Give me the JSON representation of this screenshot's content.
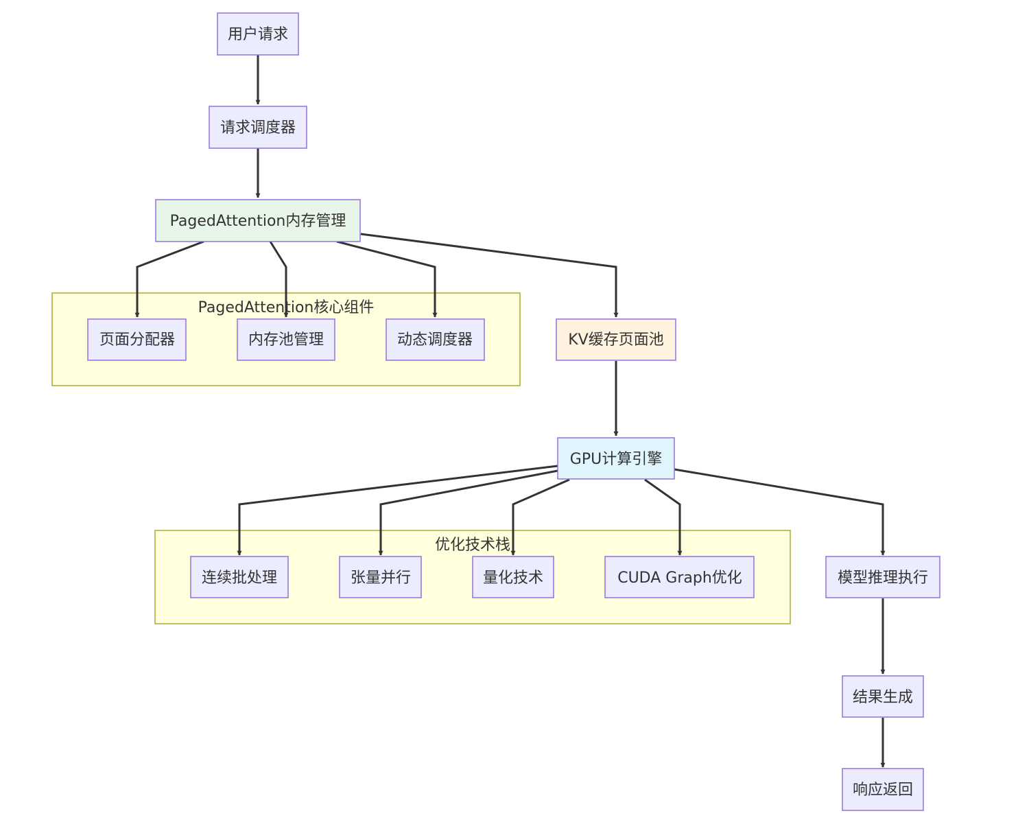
{
  "groups": {
    "paged_core": {
      "label": "PagedAttention核心组件"
    },
    "opt_stack": {
      "label": "优化技术栈"
    }
  },
  "nodes": {
    "user_request": {
      "label": "用户请求"
    },
    "request_scheduler": {
      "label": "请求调度器"
    },
    "paged_memory": {
      "label": "PagedAttention内存管理"
    },
    "page_allocator": {
      "label": "页面分配器"
    },
    "memory_pool": {
      "label": "内存池管理"
    },
    "dynamic_scheduler": {
      "label": "动态调度器"
    },
    "kv_cache_pool": {
      "label": "KV缓存页面池"
    },
    "gpu_engine": {
      "label": "GPU计算引擎"
    },
    "continuous_batching": {
      "label": "连续批处理"
    },
    "tensor_parallel": {
      "label": "张量并行"
    },
    "quantization": {
      "label": "量化技术"
    },
    "cuda_graph": {
      "label": "CUDA Graph优化"
    },
    "model_inference": {
      "label": "模型推理执行"
    },
    "result_generation": {
      "label": "结果生成"
    },
    "response_return": {
      "label": "响应返回"
    }
  },
  "colors": {
    "default_node_fill": "#ececff",
    "paged_memory_fill": "#e8f5e9",
    "kv_cache_fill": "#fff3e0",
    "gpu_engine_fill": "#e1f5fe",
    "node_border": "#9370db",
    "group_fill": "#ffffde",
    "group_border": "#aaaa33",
    "edge": "#333333"
  },
  "edges": [
    {
      "from": "user_request",
      "to": "request_scheduler"
    },
    {
      "from": "request_scheduler",
      "to": "paged_memory"
    },
    {
      "from": "paged_memory",
      "to": "page_allocator"
    },
    {
      "from": "paged_memory",
      "to": "memory_pool"
    },
    {
      "from": "paged_memory",
      "to": "dynamic_scheduler"
    },
    {
      "from": "paged_memory",
      "to": "kv_cache_pool"
    },
    {
      "from": "kv_cache_pool",
      "to": "gpu_engine"
    },
    {
      "from": "gpu_engine",
      "to": "continuous_batching"
    },
    {
      "from": "gpu_engine",
      "to": "tensor_parallel"
    },
    {
      "from": "gpu_engine",
      "to": "quantization"
    },
    {
      "from": "gpu_engine",
      "to": "cuda_graph"
    },
    {
      "from": "gpu_engine",
      "to": "model_inference"
    },
    {
      "from": "model_inference",
      "to": "result_generation"
    },
    {
      "from": "result_generation",
      "to": "response_return"
    }
  ]
}
